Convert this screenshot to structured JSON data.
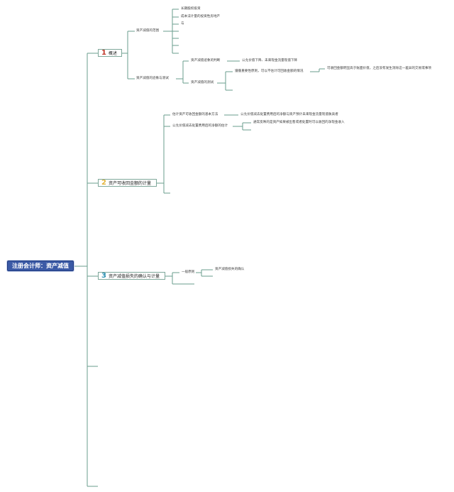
{
  "root": {
    "label": "注册会计师：资产减值"
  },
  "branches": [
    {
      "num": "1",
      "label": "概述"
    },
    {
      "num": "2",
      "label": "资产可收回金额的计量"
    },
    {
      "num": "3",
      "label": "资产减值损失的确认与计量"
    }
  ],
  "nodes": {
    "scope": "资产减值的范围",
    "scope_items": [
      "长期股权投资",
      "成本法计量的投资性房地产",
      "与"
    ],
    "identify_test": "资产减值的迹象与测试",
    "sign_judge": "资产减值迹象的判断",
    "sign_detail": "公允价值下降、未来现金流量现值下降",
    "impair_test": "资产减值的测试",
    "importance": "遵循重要性原则，可以不估计可回收金额的情况",
    "importance_detail": "可收回金额明显高于账面价值，之后没有发生消除这一差异的交易或事项",
    "basic_method": "估计资产可收回金额的基本方法",
    "basic_method_detail": "公允价值减去处置费用后的净额与资产预计未来现金流量现值孰高者",
    "fair_value_net": "公允价值减去处置费用后的净额的估计",
    "fair_value_net_detail": "通常反映的是资产如果被出售或者处置时可以收回的净现金收入",
    "general": "一般原则",
    "impair_confirm": "资产减值损失的确认"
  }
}
